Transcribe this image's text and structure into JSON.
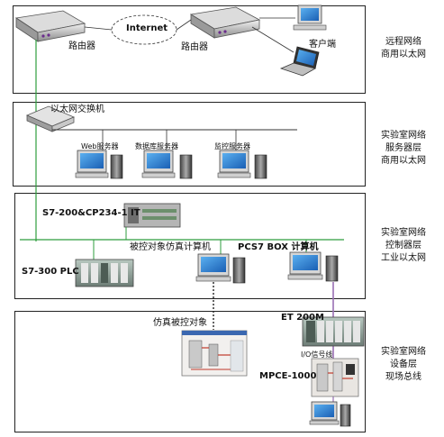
{
  "layers": {
    "remote": {
      "title": [
        "远程网络",
        "商用以太网"
      ]
    },
    "server": {
      "title": [
        "实验室网络",
        "服务器层",
        "商用以太网"
      ]
    },
    "control": {
      "title": [
        "实验室网络",
        "控制器层",
        "工业以太网"
      ]
    },
    "device": {
      "title": [
        "实验室网络",
        "设备层",
        "现场总线"
      ]
    }
  },
  "remote_net": {
    "internet": "Internet",
    "router1": "路由器",
    "router2": "路由器",
    "client": "客户端"
  },
  "server_net": {
    "switch": "以太网交换机",
    "web_server": "Web服务器",
    "db_server": "数据库服务器",
    "monitor_server": "监控服务器"
  },
  "control_net": {
    "cp_module": "S7-200&CP234-1 IT",
    "plc": "S7-300 PLC",
    "sim_pc": "被控对象仿真计算机",
    "pcs7": "PCS7 BOX 计算机"
  },
  "device_net": {
    "sim_object": "仿真被控对象",
    "et200m": "ET 200M",
    "io_line": "I/O信号线",
    "mpce": "MPCE-1000"
  },
  "colors": {
    "ethernet_line": "#2e9e3e",
    "fieldbus_line": "#9a6fb4",
    "frame": "#222222"
  }
}
